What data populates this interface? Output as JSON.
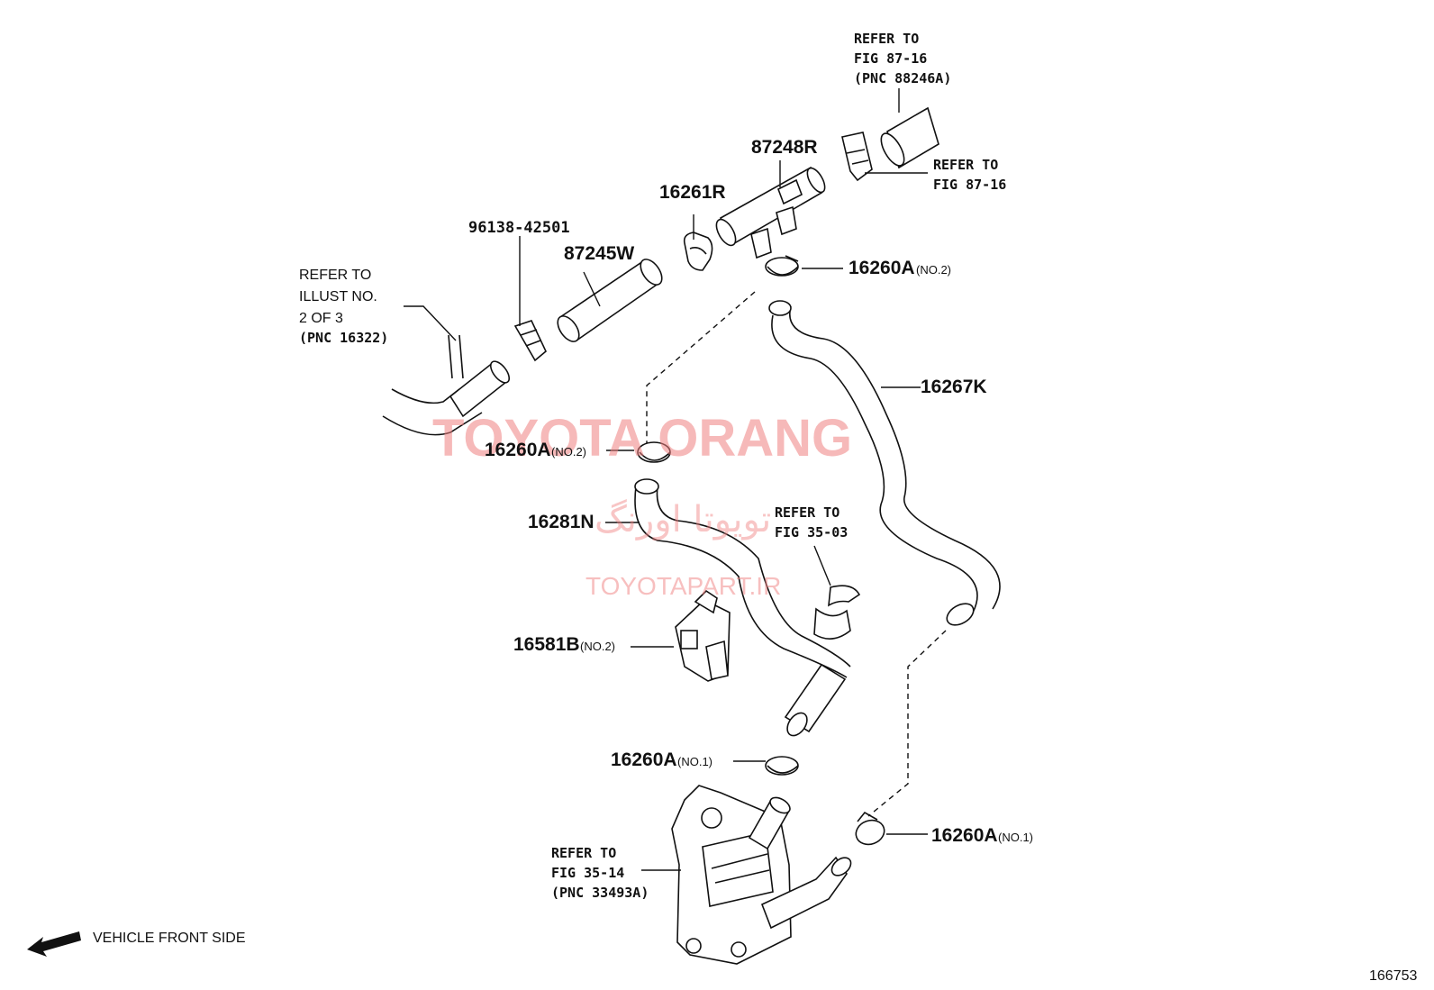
{
  "labels": {
    "refer_8716_top": [
      "REFER TO",
      "FIG 87-16",
      "(PNC 88246A)"
    ],
    "refer_8716_right": [
      "REFER TO",
      "FIG 87-16"
    ],
    "p87248R": "87248R",
    "p16261R": "16261R",
    "p96138": "96138-42501",
    "p87245W": "87245W",
    "refer_illust": [
      "REFER TO",
      "ILLUST NO.",
      "2 OF 3",
      "(PNC 16322)"
    ],
    "p16260A_top_pn": "16260A",
    "p16260A_top_note": "(NO.2)",
    "p16267K": "16267K",
    "p16260A_mid_pn": "16260A",
    "p16260A_mid_note": "(NO.2)",
    "p16281N": "16281N",
    "refer_3503": [
      "REFER TO",
      "FIG 35-03"
    ],
    "p16581B_pn": "16581B",
    "p16581B_note": "(NO.2)",
    "p16260A_low_pn": "16260A",
    "p16260A_low_note": "(NO.1)",
    "refer_3514": [
      "REFER TO",
      "FIG 35-14",
      "(PNC 33493A)"
    ],
    "p16260A_right_pn": "16260A",
    "p16260A_right_note": "(NO.1)",
    "vehicle_front": "VEHICLE FRONT SIDE",
    "figure_number": "166753"
  },
  "watermark": {
    "line1": "TOYOTA ORANG",
    "line2": "تویوتا اورنگ",
    "line3": "TOYOTAPART.IR",
    "color": "#f08080"
  },
  "icons": [
    "front-arrow-icon"
  ]
}
